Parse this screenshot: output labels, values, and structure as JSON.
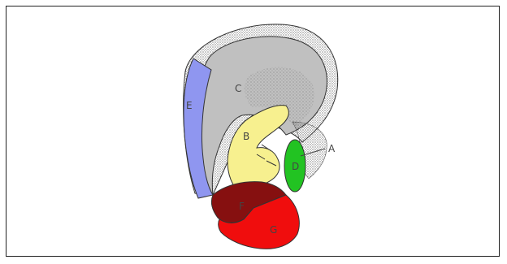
{
  "diagram": {
    "labels": {
      "a": "A",
      "b": "B",
      "c": "C",
      "d": "D",
      "e": "E",
      "f": "F",
      "g": "G"
    },
    "region_colors": {
      "a": "#222222",
      "b": "#f7f08f",
      "c": "#c0c0c0",
      "d": "#22c322",
      "e": "#8f96f0",
      "f": "#861010",
      "g": "#f00d0d"
    }
  }
}
